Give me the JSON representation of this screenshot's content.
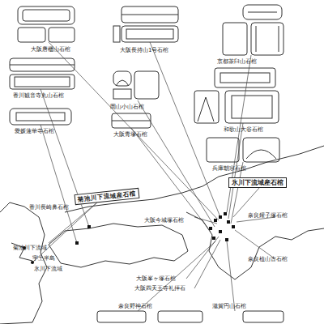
{
  "diagram": {
    "nodes": [
      {
        "text": [
          "氷川下流域産石棺"
        ]
      },
      {
        "text": [
          "菊池川下流域産石棺"
        ]
      }
    ],
    "labels": [
      "大阪唐櫃山石棺",
      "大阪長持山1号石棺",
      "京都茶臼山石棺",
      "香川観音寺丸山石棺",
      "岡山小山石棺",
      "和歌山大谷石棺",
      "大阪青塚石棺",
      "愛媛蓮華寺石棺",
      "兵庫朝宗石棺",
      "香川長崎鼻石棺",
      "大阪今城塚石棺",
      "奈良鑵子塚石棺",
      "菊池川下流域",
      "宇土半島",
      "氷川下流域",
      "奈良植山古石棺",
      "大阪峯ヶ塚石棺",
      "大阪四天王寺礼拝石",
      "奈良野神石棺",
      "滋賀円山石棺"
    ]
  }
}
